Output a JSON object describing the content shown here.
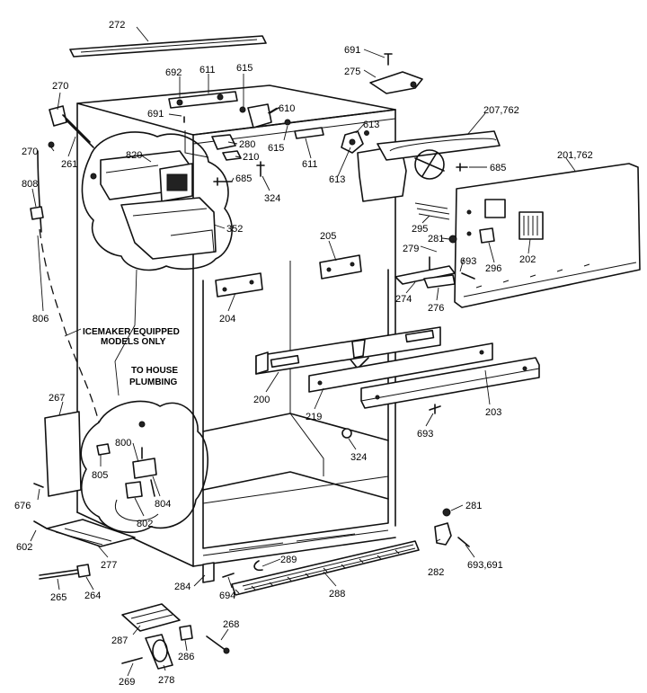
{
  "callouts": {
    "c272": "272",
    "c691a": "691",
    "c275": "275",
    "c270a": "270",
    "c692": "692",
    "c611a": "611",
    "c615a": "615",
    "c691b": "691",
    "c610": "610",
    "c613a": "613",
    "c207": "207,762",
    "c270b": "270",
    "c261": "261",
    "c820": "820",
    "c280": "280",
    "c210": "210",
    "c615b": "615",
    "c611b": "611",
    "c613b": "613",
    "c685a": "685",
    "c201": "201,762",
    "c808": "808",
    "c685b": "685",
    "c324a": "324",
    "c352": "352",
    "c295": "295",
    "c281a": "281",
    "c279": "279",
    "c693a": "693",
    "c296": "296",
    "c202": "202",
    "c205": "205",
    "c274": "274",
    "c276": "276",
    "c204": "204",
    "c806": "806",
    "c200": "200",
    "c219": "219",
    "c203": "203",
    "c267": "267",
    "c693b": "693",
    "c800": "800",
    "c324b": "324",
    "c805": "805",
    "c804": "804",
    "c802": "802",
    "c676": "676",
    "c281b": "281",
    "c602": "602",
    "c277": "277",
    "c693c": "693,691",
    "c282": "282",
    "c289": "289",
    "c284": "284",
    "c265": "265",
    "c264": "264",
    "c694": "694",
    "c288": "288",
    "c268": "268",
    "c287": "287",
    "c286": "286",
    "c278": "278",
    "c269": "269"
  },
  "notes": {
    "icemaker_line1": "ICEMAKER EQUIPPED",
    "icemaker_line2": "MODELS ONLY",
    "plumbing_line1": "TO HOUSE",
    "plumbing_line2": "PLUMBING"
  }
}
